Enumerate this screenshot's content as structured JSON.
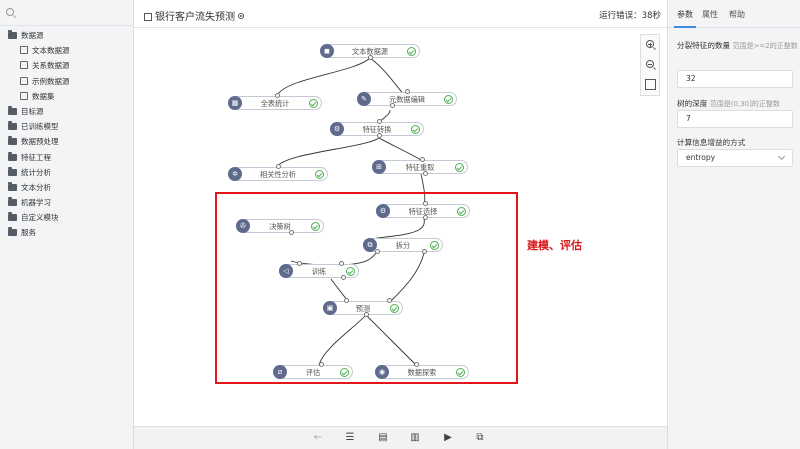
{
  "sidebar": {
    "items": [
      {
        "label": "数据源",
        "type": "folder"
      },
      {
        "label": "文本数据源",
        "type": "child"
      },
      {
        "label": "关系数据源",
        "type": "child"
      },
      {
        "label": "示例数据源",
        "type": "child"
      },
      {
        "label": "数据集",
        "type": "child"
      },
      {
        "label": "目标源",
        "type": "folder"
      },
      {
        "label": "已训练模型",
        "type": "folder"
      },
      {
        "label": "数据预处理",
        "type": "folder"
      },
      {
        "label": "特征工程",
        "type": "folder"
      },
      {
        "label": "统计分析",
        "type": "folder"
      },
      {
        "label": "文本分析",
        "type": "folder"
      },
      {
        "label": "机器学习",
        "type": "folder"
      },
      {
        "label": "自定义模块",
        "type": "folder"
      },
      {
        "label": "服务",
        "type": "folder"
      }
    ]
  },
  "header": {
    "title": "银行客户流失预测",
    "error": "运行错误：38秒"
  },
  "workflow": {
    "nodes": [
      {
        "id": "n1",
        "label": "文本数据源",
        "icon": "db"
      },
      {
        "id": "n2",
        "label": "全表统计",
        "icon": "table"
      },
      {
        "id": "n3",
        "label": "元数据编辑",
        "icon": "edit"
      },
      {
        "id": "n4",
        "label": "特征转换",
        "icon": "gear"
      },
      {
        "id": "n5",
        "label": "相关性分析",
        "icon": "link"
      },
      {
        "id": "n6",
        "label": "特征重取",
        "icon": "filter"
      },
      {
        "id": "n7",
        "label": "特征选择",
        "icon": "gear"
      },
      {
        "id": "n8",
        "label": "决策树",
        "icon": "tree"
      },
      {
        "id": "n9",
        "label": "拆分",
        "icon": "split"
      },
      {
        "id": "n10",
        "label": "训练",
        "icon": "train"
      },
      {
        "id": "n11",
        "label": "预测",
        "icon": "predict"
      },
      {
        "id": "n12",
        "label": "评估",
        "icon": "eval"
      },
      {
        "id": "n13",
        "label": "数据探索",
        "icon": "explore"
      }
    ]
  },
  "annotation": "建模、评估",
  "right_panel": {
    "tabs": [
      "参数",
      "属性",
      "帮助"
    ],
    "params": [
      {
        "label": "分裂特征的数量",
        "hint": "范围是>=2的正整数",
        "value": "32"
      },
      {
        "label": "树的深度",
        "hint": "范围是(0,30]的正整数",
        "value": "7"
      },
      {
        "label": "计算信息增益的方式",
        "hint": "",
        "value": "entropy"
      }
    ]
  },
  "colors": {
    "accent": "#3c8ddb",
    "annotation": "#e2161b",
    "node_icon": "#5f6b8c",
    "success": "#4caf50"
  }
}
